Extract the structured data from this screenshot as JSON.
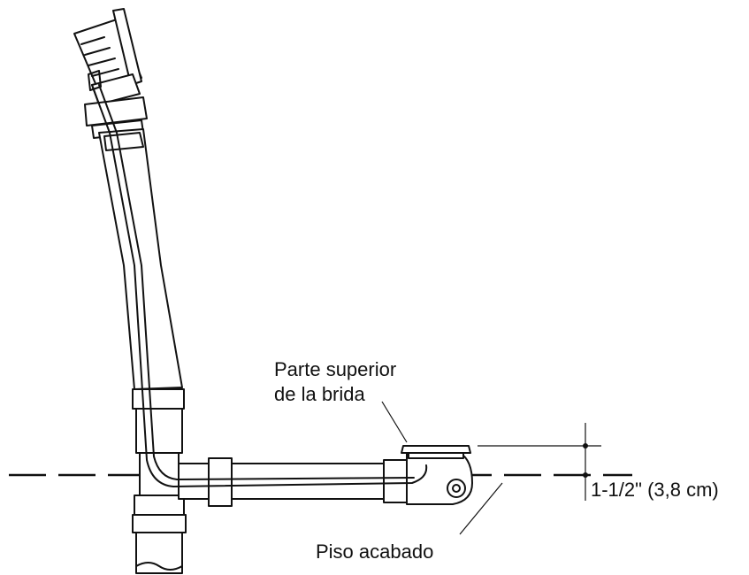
{
  "labels": {
    "flange_top_line1": "Parte superior",
    "flange_top_line2": "de la brida",
    "finished_floor": "Piso acabado",
    "dimension": "1-1/2\" (3,8 cm)"
  },
  "colors": {
    "ink": "#111111",
    "background": "#ffffff"
  }
}
